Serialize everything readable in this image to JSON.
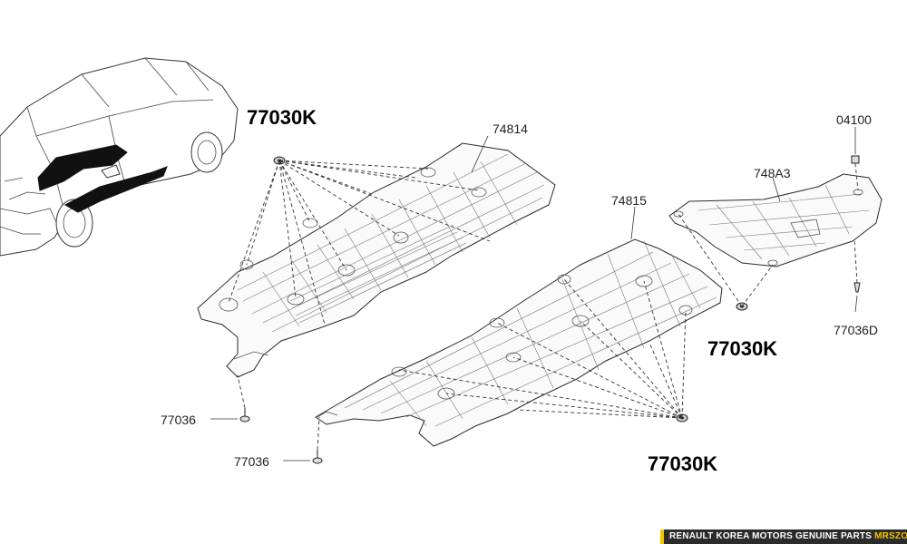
{
  "callouts": {
    "clip_top_left": "77030K",
    "clip_right": "77030K",
    "clip_bottom": "77030K",
    "front_panel": "74814",
    "rear_panel": "74815",
    "rear_cover": "748A3",
    "nut_top": "04100",
    "screw_rear": "77036D",
    "screw_front_1": "77036",
    "screw_front_2": "77036"
  },
  "footer": {
    "text": "RENAULT KOREA MOTORS GENUINE PARTS",
    "brand": "MRSZONE"
  }
}
